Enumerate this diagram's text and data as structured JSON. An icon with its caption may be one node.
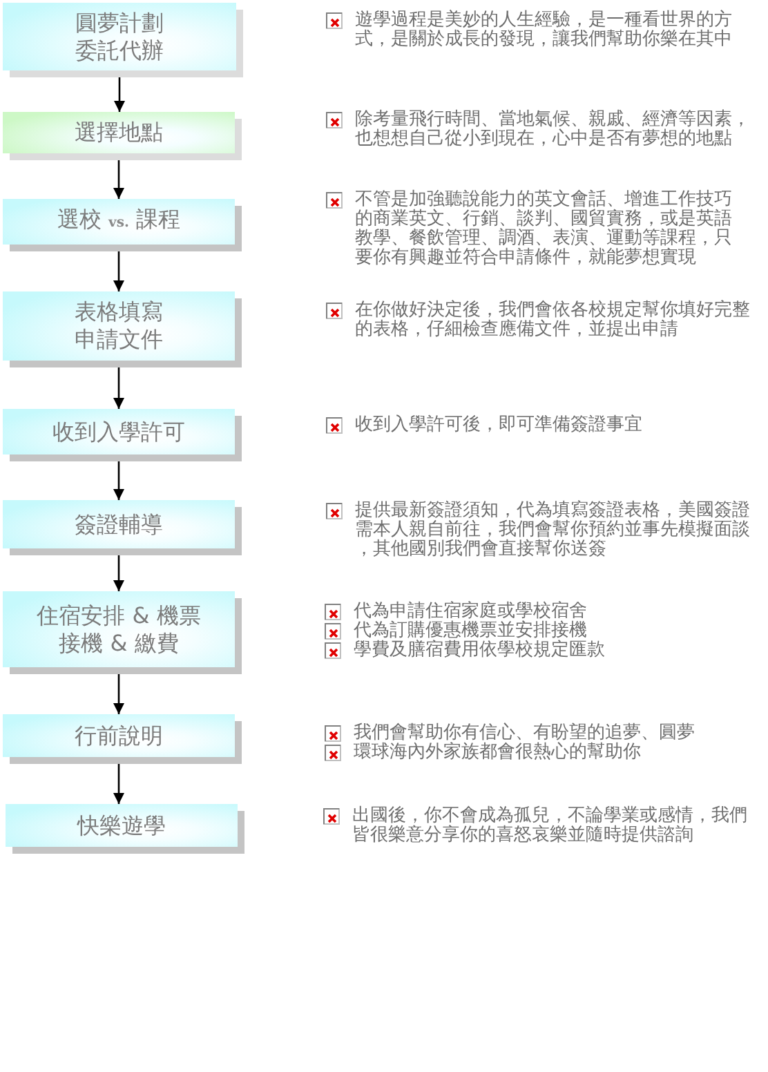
{
  "diagram": {
    "nodes": [
      {
        "text": [
          "圓夢計劃委託代辦"
        ]
      },
      {
        "text": [
          "選擇地點"
        ]
      },
      {
        "text": [
          "選校 **vs.** 課程"
        ]
      },
      {
        "text": [
          "表格填寫申請文件"
        ]
      },
      {
        "text": [
          "收到入學許可"
        ]
      },
      {
        "text": [
          "簽證輔導"
        ]
      },
      {
        "text": [
          "住宿安排 & 機票接機 & 繳費"
        ]
      },
      {
        "text": [
          "行前說明"
        ]
      },
      {
        "text": [
          "快樂遊學"
        ]
      }
    ],
    "edges": [
      {
        "from": 0,
        "to": 1,
        "arrow": "to"
      },
      {
        "from": 1,
        "to": 2,
        "arrow": "to"
      },
      {
        "from": 2,
        "to": 3,
        "arrow": "to"
      },
      {
        "from": 3,
        "to": 4,
        "arrow": "to"
      },
      {
        "from": 4,
        "to": 5,
        "arrow": "to"
      },
      {
        "from": 5,
        "to": 6,
        "arrow": "to"
      },
      {
        "from": 6,
        "to": 7,
        "arrow": "to"
      },
      {
        "from": 7,
        "to": 8,
        "arrow": "to"
      }
    ],
    "labels": [
      "遊學過程是美妙的人生經驗，是一種看世界的方式，是關於成長的發現，讓我們幫助你樂在其中",
      "除考量飛行時間、當地氣候、親戚、經濟等因素，也想想自己從小到現在，心中是否有夢想的地點",
      "不管是加強聽說能力的英文會話、增進工作技巧的商業英文、行銷、談判、國貿實務，或是英語教學、餐飲管理、調酒、表演、運動等課程，只要你有興趣並符合申請條件，就能夢想實現",
      "在你做好決定後，我們會依各校規定幫你填好完整的表格，仔細檢查應備文件，並提出申請",
      "收到入學許可後，即可準備簽證事宜",
      "提供最新簽證須知，代為填寫簽證表格，美國簽證需本人親自前往，我們會幫你預約並事先模擬面談，其他國別我們會直接幫你送簽",
      "代為申請住宿家庭或學校宿舍",
      "代為訂購優惠機票並安排接機",
      "學費及膳宿費用依學校規定匯款",
      "我們會幫助你有信心、有盼望的追夢、圓夢",
      "環球海內外家族都會很熱心的幫助你",
      "出國後，你不會成為孤兒，不論學業或感情，我們皆很樂意分享你的喜怒哀樂並隨時提供諮詢"
    ]
  }
}
